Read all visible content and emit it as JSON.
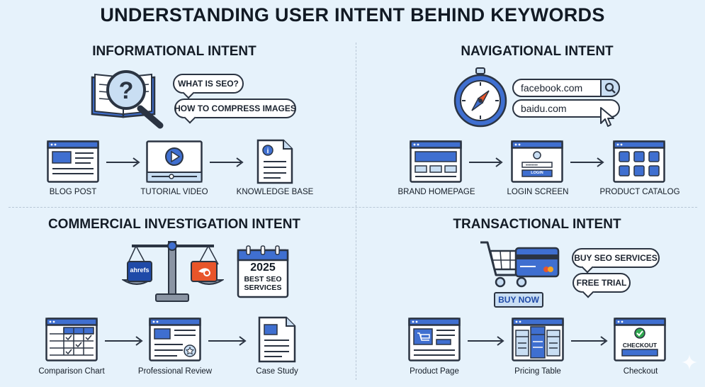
{
  "title": "UNDERSTANDING USER INTENT BEHIND KEYWORDS",
  "informational": {
    "title": "INFORMATIONAL INTENT",
    "bubbles": [
      "WHAT IS SEO?",
      "HOW TO COMPRESS IMAGES"
    ],
    "steps": [
      "BLOG POST",
      "TUTORIAL VIDEO",
      "KNOWLEDGE BASE"
    ]
  },
  "navigational": {
    "title": "NAVIGATIONAL INTENT",
    "searches": [
      "facebook.com",
      "baidu.com"
    ],
    "steps": [
      "BRAND HOMEPAGE",
      "LOGIN SCREEN",
      "PRODUCT CATALOG"
    ],
    "login_button": "LOGIN"
  },
  "commercial": {
    "title": "COMMERCIAL INVESTIGATION INTENT",
    "scale_left": "ahrefs",
    "calendar_year": "2025",
    "calendar_line1": "BEST SEO",
    "calendar_line2": "SERVICES",
    "steps": [
      "Comparison Chart",
      "Professional Review",
      "Case Study"
    ]
  },
  "transactional": {
    "title": "TRANSACTIONAL INTENT",
    "bubbles": [
      "BUY SEO SERVICES",
      "FREE TRIAL"
    ],
    "buy_now": "BUY NOW",
    "checkout_label": "CHECKOUT",
    "steps": [
      "Product Page",
      "Pricing Table",
      "Checkout"
    ]
  },
  "colors": {
    "background": "#e6f2fb",
    "accent_blue": "#3f6fd0",
    "light_blue": "#c9def3",
    "ink": "#2b3442",
    "ahrefs_blue": "#1f4aa8",
    "semrush_orange": "#e8552a",
    "check_green": "#2fa84f"
  }
}
